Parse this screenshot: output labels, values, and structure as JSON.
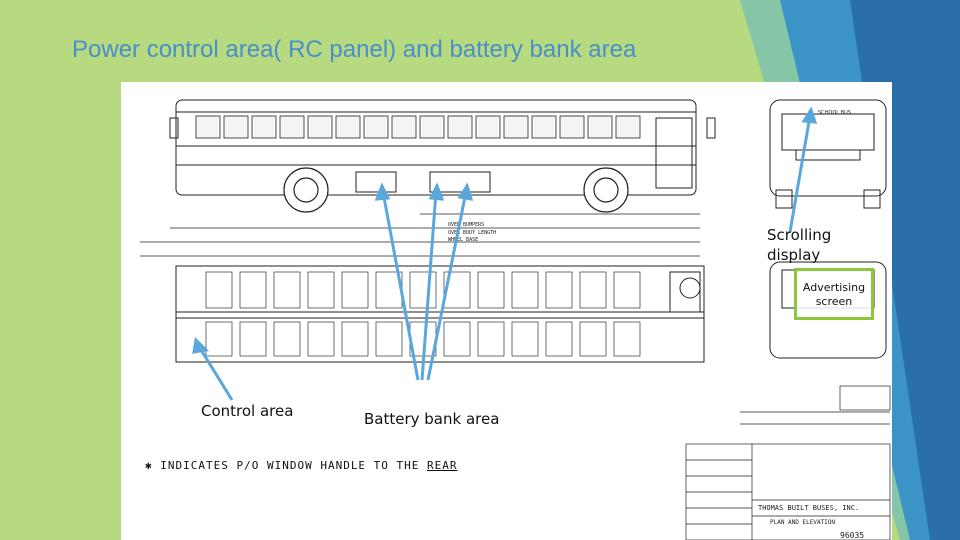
{
  "slide": {
    "title": "Power control area( RC panel) and battery bank area"
  },
  "callouts": {
    "control_area": "Control area",
    "battery_bank": "Battery bank area",
    "scrolling_display": "Scrolling display",
    "advertising_screen": "Advertising screen"
  },
  "drawing": {
    "note_prefix": "INDICATES P/O WINDOW HANDLE TO THE",
    "note_emphasis": "REAR",
    "title_block_company": "THOMAS BUILT BUSES, INC.",
    "title_block_title": "PLAN AND ELEVATION",
    "title_block_number": "96035",
    "dim_overall": "OVER BUMPERS",
    "dim_body": "OVER BODY LENGTH",
    "dim_wheelbase": "WHEEL BASE",
    "front_sign": "SCHOOL BUS"
  },
  "colors": {
    "background": "#b7d97f",
    "title": "#4a8fc9",
    "arrow": "#5aa7db",
    "ad_border": "#8cc63f"
  }
}
